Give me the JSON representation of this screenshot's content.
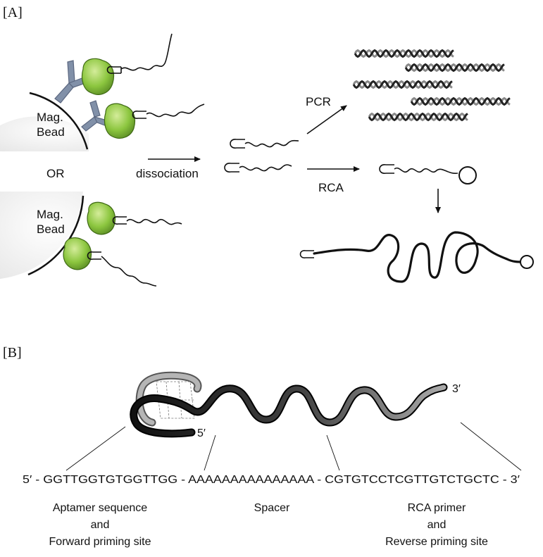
{
  "panel_a": {
    "label": "[A]",
    "bead_top": [
      "Mag.",
      "Bead"
    ],
    "bead_bottom": [
      "Mag.",
      "Bead"
    ],
    "or_label": "OR",
    "dissociation_label": "dissociation",
    "pcr_label": "PCR",
    "rca_label": "RCA"
  },
  "panel_b": {
    "label": "[B]",
    "end_3prime": "3′",
    "end_5prime": "5′",
    "sequence": "5′ - GGTTGGTGTGGTTGG - AAAAAAAAAAAAAAA - CGTGTCCTCGTTGTCTGCTC - 3′",
    "captions": {
      "aptamer": [
        "Aptamer sequence",
        "and",
        "Forward priming site"
      ],
      "spacer": [
        "Spacer"
      ],
      "rca": [
        "RCA primer",
        "and",
        "Reverse priming site"
      ]
    }
  },
  "colors": {
    "protein_green": "#8cc63f",
    "antibody_blue": "#8190a8",
    "strand": "#111111",
    "helix_grey": "#888888"
  }
}
